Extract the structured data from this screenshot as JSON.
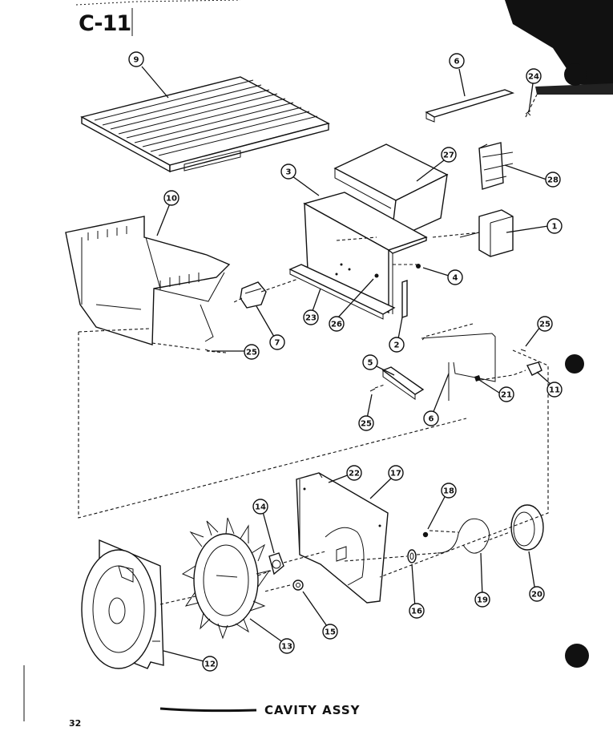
{
  "page": {
    "code": "C-11",
    "title": "CAVITY ASSY",
    "number": "32"
  },
  "colors": {
    "ink": "#111111",
    "paper": "#ffffff"
  },
  "callouts": [
    {
      "id": "c9",
      "label": "9"
    },
    {
      "id": "c6a",
      "label": "6"
    },
    {
      "id": "c24",
      "label": "24"
    },
    {
      "id": "c27",
      "label": "27"
    },
    {
      "id": "c28",
      "label": "28"
    },
    {
      "id": "c3",
      "label": "3"
    },
    {
      "id": "c10",
      "label": "10"
    },
    {
      "id": "c1",
      "label": "1"
    },
    {
      "id": "c4",
      "label": "4"
    },
    {
      "id": "c23",
      "label": "23"
    },
    {
      "id": "c26",
      "label": "26"
    },
    {
      "id": "c7",
      "label": "7"
    },
    {
      "id": "c2",
      "label": "2"
    },
    {
      "id": "c25a",
      "label": "25"
    },
    {
      "id": "c25b",
      "label": "25"
    },
    {
      "id": "c5",
      "label": "5"
    },
    {
      "id": "c21",
      "label": "21"
    },
    {
      "id": "c11",
      "label": "11"
    },
    {
      "id": "c25c",
      "label": "25"
    },
    {
      "id": "c6b",
      "label": "6"
    },
    {
      "id": "c22",
      "label": "22"
    },
    {
      "id": "c17",
      "label": "17"
    },
    {
      "id": "c18",
      "label": "18"
    },
    {
      "id": "c14",
      "label": "14"
    },
    {
      "id": "c16",
      "label": "16"
    },
    {
      "id": "c19",
      "label": "19"
    },
    {
      "id": "c20",
      "label": "20"
    },
    {
      "id": "c15",
      "label": "15"
    },
    {
      "id": "c13",
      "label": "13"
    },
    {
      "id": "c12",
      "label": "12"
    }
  ]
}
